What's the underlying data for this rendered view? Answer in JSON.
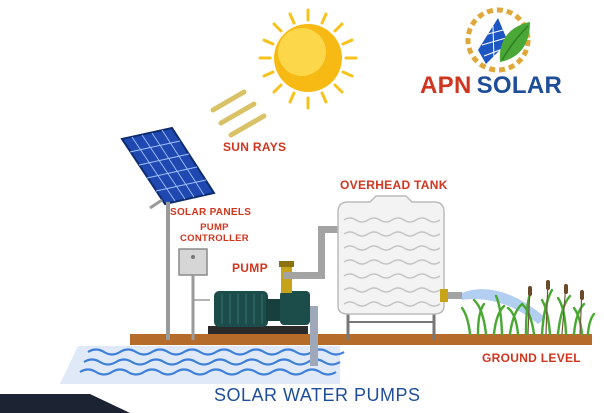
{
  "brand": {
    "part1": "APN",
    "part2": "SOLAR"
  },
  "labels": {
    "sun_rays": "SUN RAYS",
    "solar_panels": "SOLAR PANELS",
    "pump_controller_line1": "PUMP",
    "pump_controller_line2": "CONTROLLER",
    "pump": "PUMP",
    "overhead_tank": "OVERHEAD TANK",
    "ground_level": "GROUND LEVEL"
  },
  "title": "SOLAR WATER PUMPS",
  "colors": {
    "label_red": "#d0361f",
    "title_blue": "#1f4e99",
    "sun": "#f7c21b",
    "panel": "#1f49b0",
    "ground": "#b56c2b",
    "water": "#3d7fd6",
    "pump_body": "#1d4d4a",
    "grass": "#49a832"
  }
}
